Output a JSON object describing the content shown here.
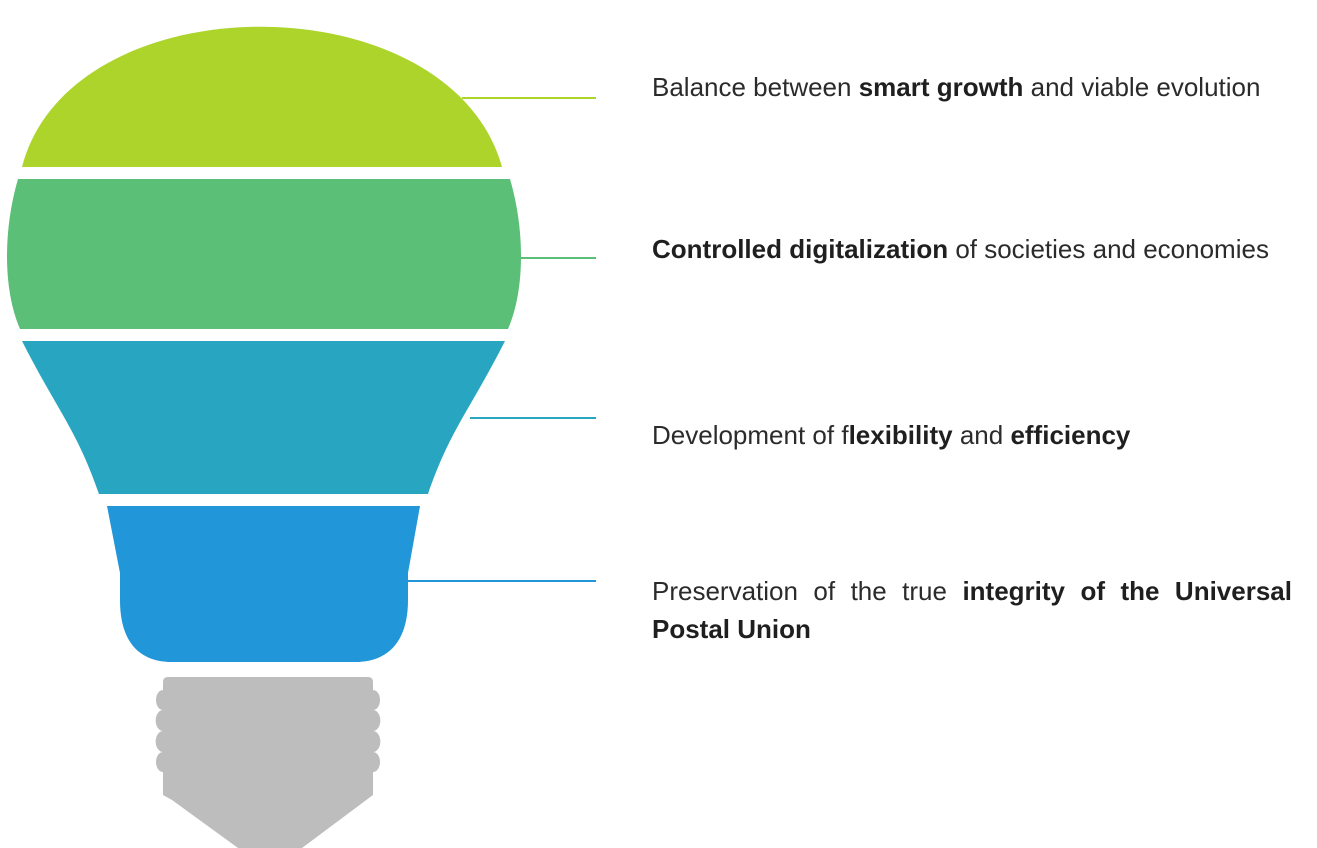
{
  "diagram": {
    "colors": {
      "segment_1": "#add42b",
      "segment_2": "#5bbf78",
      "segment_3": "#28a6c1",
      "segment_4": "#2196d8",
      "base": "#bdbdbd"
    },
    "items": [
      {
        "parts": [
          "Balance between ",
          "smart growth",
          " and viable evolution"
        ]
      },
      {
        "parts": [
          "Controlled digitalization",
          " of societies and economies"
        ]
      },
      {
        "parts": [
          "Development of f",
          "lexibility",
          " and ",
          "efficiency"
        ]
      },
      {
        "parts": [
          "Preservation of the true ",
          "integrity of the Universal Postal Union"
        ]
      }
    ]
  }
}
